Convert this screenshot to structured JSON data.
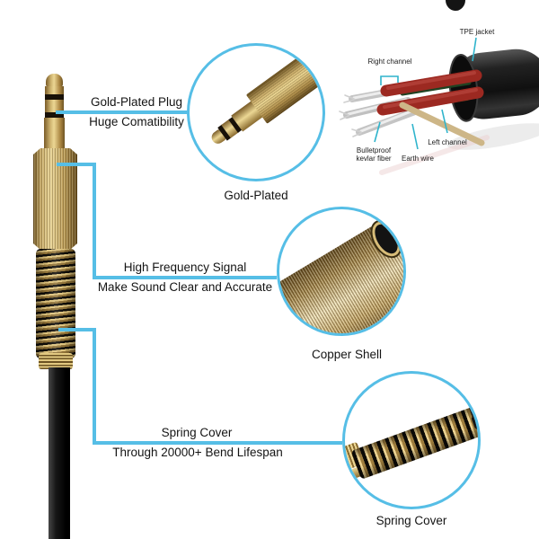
{
  "colors": {
    "callout_blue": "#56bee6",
    "callout_teal": "#2fb4cc",
    "text": "#141414",
    "gold": "#d4b874",
    "cable_black": "#141414",
    "wire_red": "#b23128",
    "wire_green": "#1f4222",
    "wire_tan": "#cdb687",
    "wire_silver": "#c4c4c4"
  },
  "labels": {
    "plug_top": "Gold-Plated Plug",
    "plug_bottom": "Huge Comatibility",
    "freq_top": "High Frequency Signal",
    "freq_bottom": "Make Sound Clear and Accurate",
    "spring_top": "Spring Cover",
    "spring_bottom": "Through 20000+ Bend Lifespan"
  },
  "callout_circles": {
    "gold_plated": {
      "caption": "Gold-Plated"
    },
    "copper_shell": {
      "caption": "Copper Shell"
    },
    "spring_cover": {
      "caption": "Spring Cover"
    }
  },
  "wire_diagram": {
    "tpe_jacket": "TPE jacket",
    "right_channel": "Right channel",
    "bulletproof_line1": "Bulletproof",
    "bulletproof_line2": "kevlar fiber",
    "earth_wire": "Earth wire",
    "left_channel": "Left channel"
  }
}
